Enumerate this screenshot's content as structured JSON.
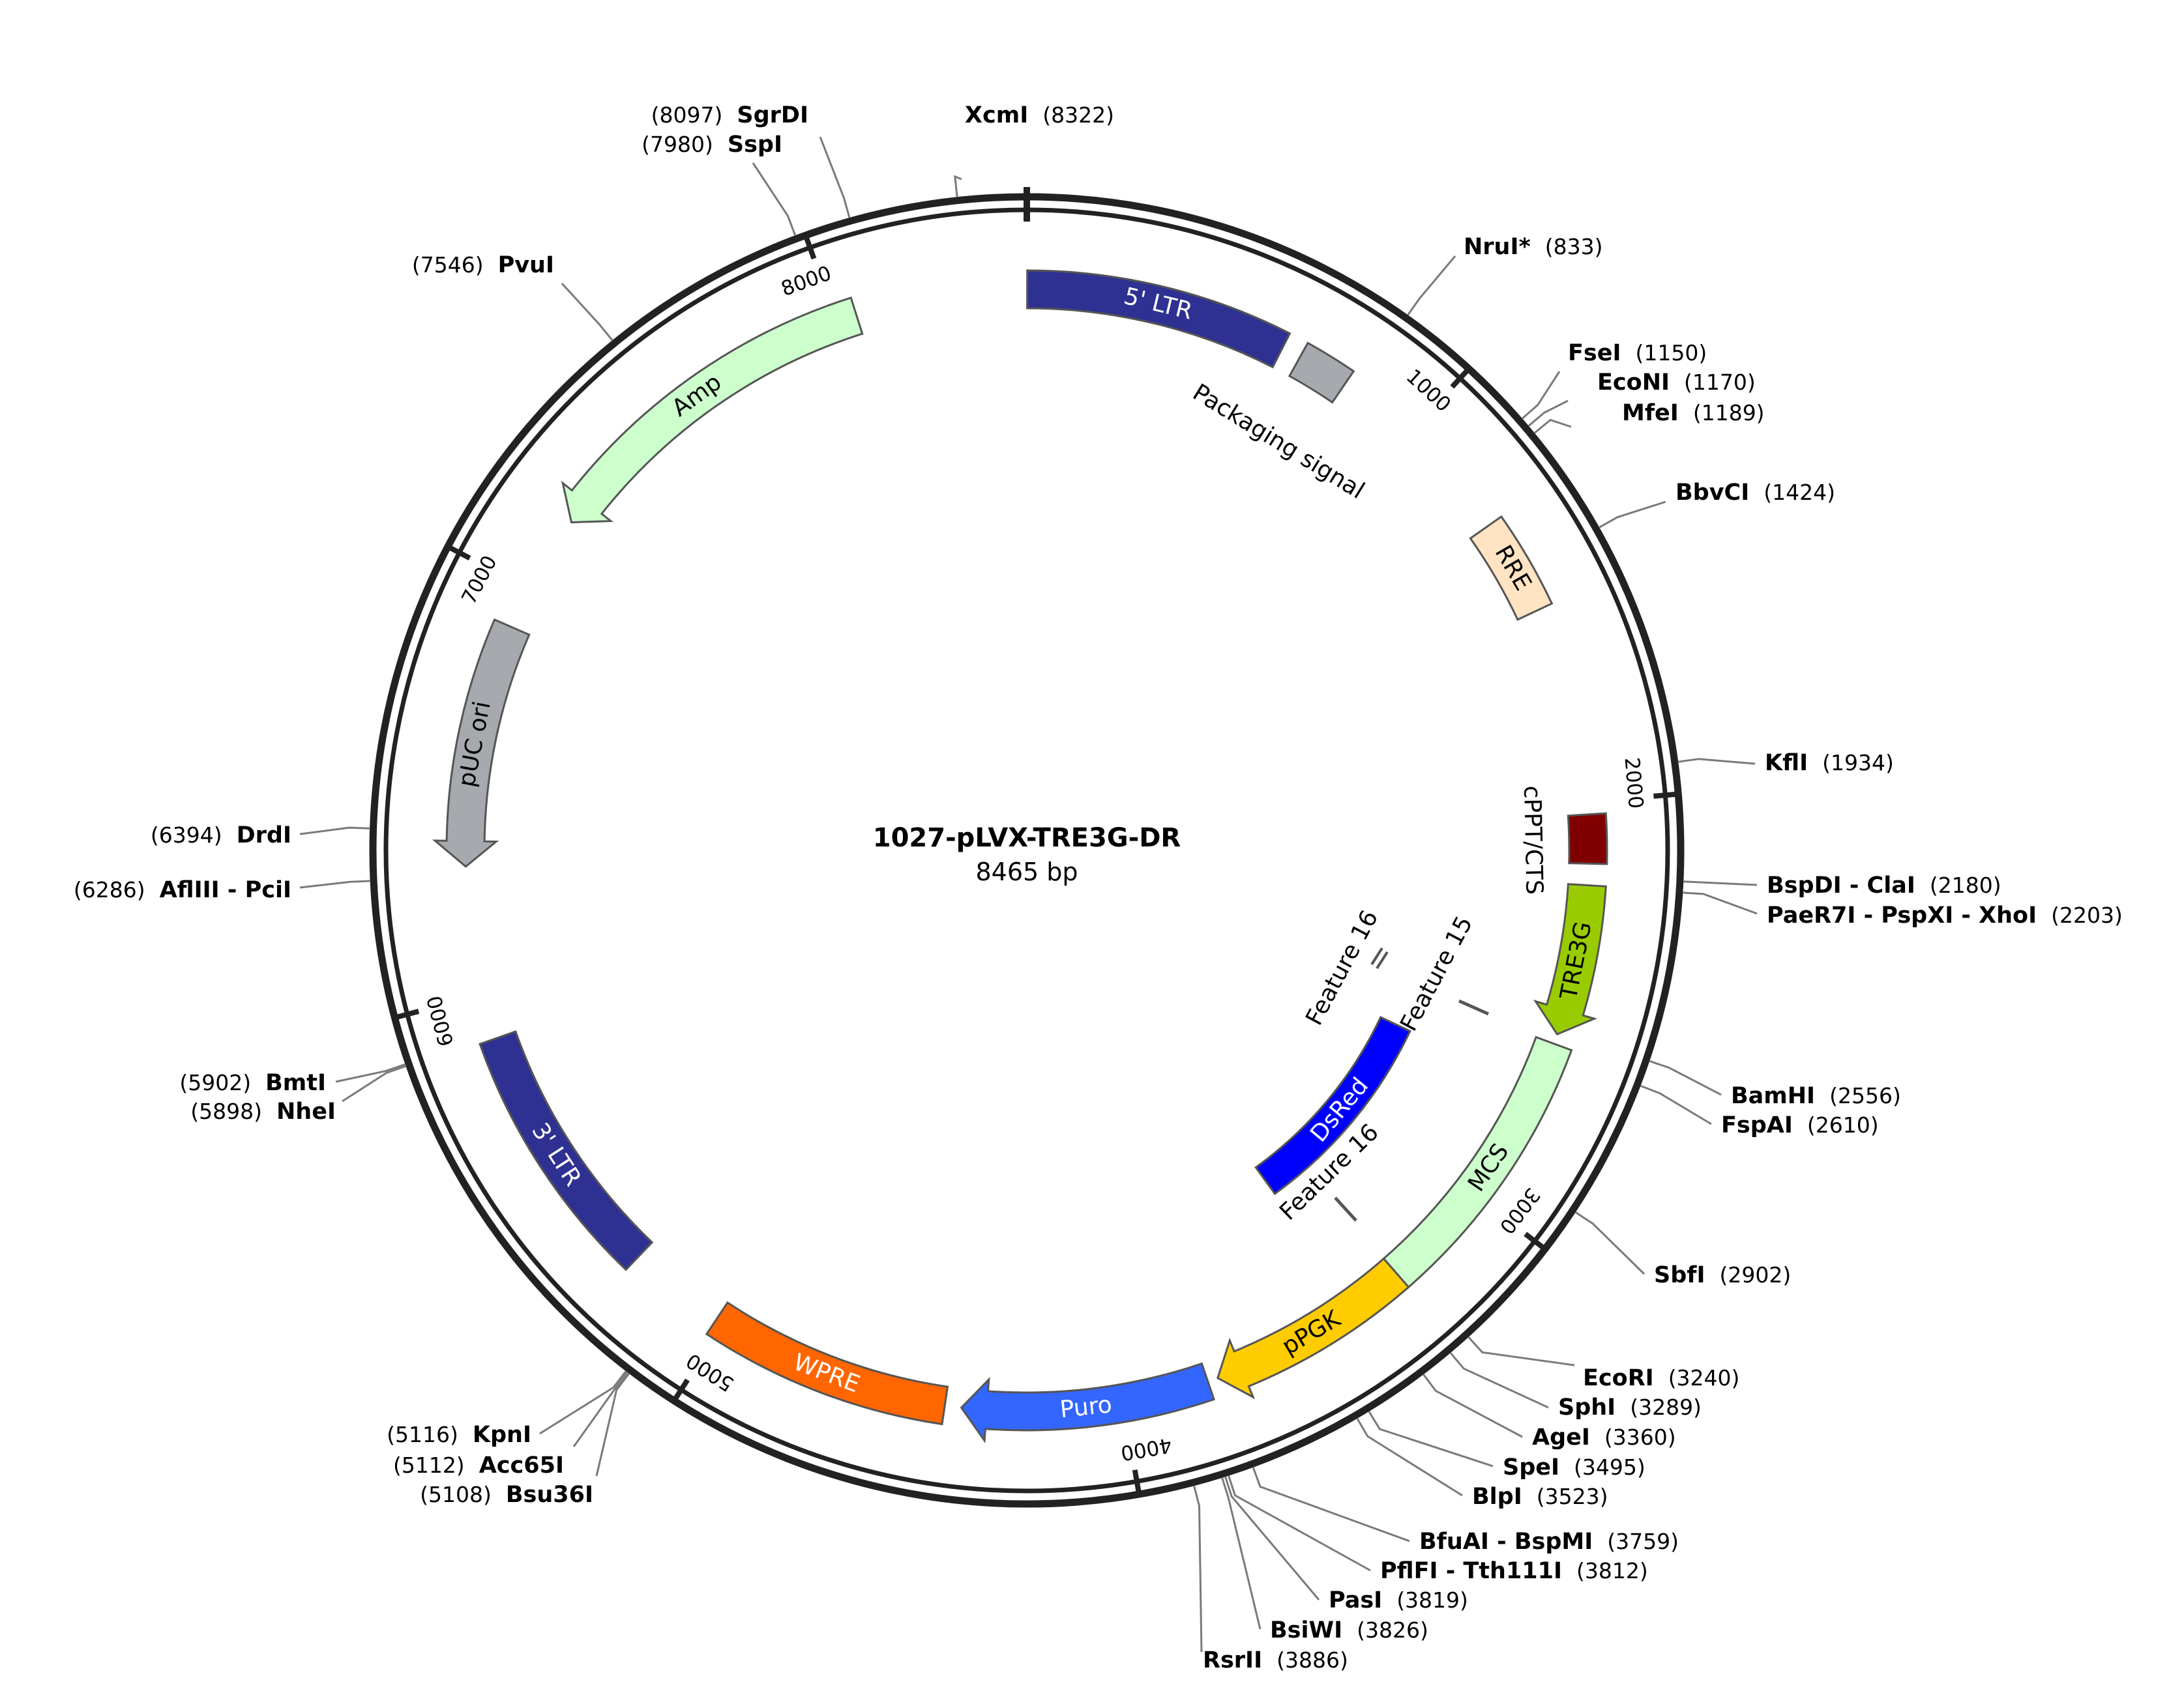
{
  "plasmid": {
    "name": "1027-pLVX-TRE3G-DR",
    "size_label": "8465 bp",
    "length": 8465
  },
  "ticks": [
    {
      "pos": 1000,
      "label": "1000"
    },
    {
      "pos": 2000,
      "label": "2000"
    },
    {
      "pos": 3000,
      "label": "3000"
    },
    {
      "pos": 4000,
      "label": "4000"
    },
    {
      "pos": 5000,
      "label": "5000"
    },
    {
      "pos": 6000,
      "label": "6000"
    },
    {
      "pos": 7000,
      "label": "7000"
    },
    {
      "pos": 8000,
      "label": "8000"
    }
  ],
  "features": [
    {
      "label": "5' LTR",
      "start": 1,
      "end": 634,
      "strand": "none",
      "color": "#2e3192",
      "text_color": "#ffffff",
      "text_inside": true
    },
    {
      "label": "Packaging signal",
      "start": 681,
      "end": 806,
      "strand": "none",
      "color": "#a6aaaf",
      "text_color": "#000000",
      "text_inside": false
    },
    {
      "label": "RRE",
      "start": 1290,
      "end": 1524,
      "strand": "none",
      "color": "#ffe3c2",
      "text_color": "#000000",
      "text_inside": true
    },
    {
      "label": "cPPT/CTS",
      "start": 2030,
      "end": 2148,
      "strand": "none",
      "color": "#800000",
      "text_color": "#000000",
      "text_inside": false
    },
    {
      "label": "TRE3G",
      "start": 2200,
      "end": 2566,
      "strand": "forward",
      "color": "#99cc00",
      "text_color": "#000000",
      "text_inside": true
    },
    {
      "label": "MCS",
      "start": 2590,
      "end": 3265,
      "strand": "none",
      "color": "#ccffcc",
      "text_color": "#000000",
      "text_inside": true
    },
    {
      "label": "pPGK",
      "start": 3265,
      "end": 3765,
      "strand": "forward",
      "color": "#ffcc00",
      "text_color": "#000000",
      "text_inside": true
    },
    {
      "label": "Puro",
      "start": 3790,
      "end": 4390,
      "strand": "forward",
      "color": "#3366ff",
      "text_color": "#ffffff",
      "text_inside": true
    },
    {
      "label": "WPRE",
      "start": 4430,
      "end": 5020,
      "strand": "none",
      "color": "#ff6600",
      "text_color": "#ffffff",
      "text_inside": true
    },
    {
      "label": "3' LTR",
      "start": 5260,
      "end": 5890,
      "strand": "none",
      "color": "#2e3192",
      "text_color": "#ffffff",
      "text_inside": true
    },
    {
      "label": "pUC ori",
      "start": 6310,
      "end": 6900,
      "strand": "reverse",
      "color": "#a6aaaf",
      "text_color": "#000000",
      "text_inside": true
    },
    {
      "label": "Amp",
      "start": 7190,
      "end": 8050,
      "strand": "reverse",
      "color": "#ccffcc",
      "text_color": "#000000",
      "text_inside": true
    },
    {
      "label": "DsRed",
      "start": 2710,
      "end": 3390,
      "strand": "none",
      "color": "#0000ff",
      "text_color": "#ffffff",
      "text_inside": true,
      "inner": true
    }
  ],
  "inner_labels": [
    {
      "label": "Feature 16"
    },
    {
      "label": "Feature 15"
    },
    {
      "label": "Feature 16"
    }
  ],
  "sites": [
    {
      "name": "XcmI",
      "pos": "(8322)"
    },
    {
      "name": "SgrDI",
      "pos": "(8097)"
    },
    {
      "name": "SspI",
      "pos": "(7980)"
    },
    {
      "name": "PvuI",
      "pos": "(7546)"
    },
    {
      "name": "NruI*",
      "pos": "(833)",
      "gray": true
    },
    {
      "name": "FseI",
      "pos": "(1150)"
    },
    {
      "name": "EcoNI",
      "pos": "(1170)"
    },
    {
      "name": "MfeI",
      "pos": "(1189)"
    },
    {
      "name": "BbvCI",
      "pos": "(1424)"
    },
    {
      "name": "KflI",
      "pos": "(1934)"
    },
    {
      "name": "BspDI - ClaI",
      "pos": "(2180)"
    },
    {
      "name": "PaeR7I - PspXI - XhoI",
      "pos": "(2203)"
    },
    {
      "name": "BamHI",
      "pos": "(2556)"
    },
    {
      "name": "FspAI",
      "pos": "(2610)"
    },
    {
      "name": "SbfI",
      "pos": "(2902)"
    },
    {
      "name": "EcoRI",
      "pos": "(3240)"
    },
    {
      "name": "SphI",
      "pos": "(3289)"
    },
    {
      "name": "AgeI",
      "pos": "(3360)"
    },
    {
      "name": "SpeI",
      "pos": "(3495)"
    },
    {
      "name": "BlpI",
      "pos": "(3523)"
    },
    {
      "name": "BfuAI - BspMI",
      "pos": "(3759)"
    },
    {
      "name": "PflFI - Tth111I",
      "pos": "(3812)"
    },
    {
      "name": "PasI",
      "pos": "(3819)"
    },
    {
      "name": "BsiWI",
      "pos": "(3826)"
    },
    {
      "name": "RsrII",
      "pos": "(3886)"
    },
    {
      "name": "KpnI",
      "pos": "(5116)"
    },
    {
      "name": "Acc65I",
      "pos": "(5112)"
    },
    {
      "name": "Bsu36I",
      "pos": "(5108)"
    },
    {
      "name": "BmtI",
      "pos": "(5902)"
    },
    {
      "name": "NheI",
      "pos": "(5898)"
    },
    {
      "name": "DrdI",
      "pos": "(6394)"
    },
    {
      "name": "AflIII - PciI",
      "pos": "(6286)"
    }
  ]
}
